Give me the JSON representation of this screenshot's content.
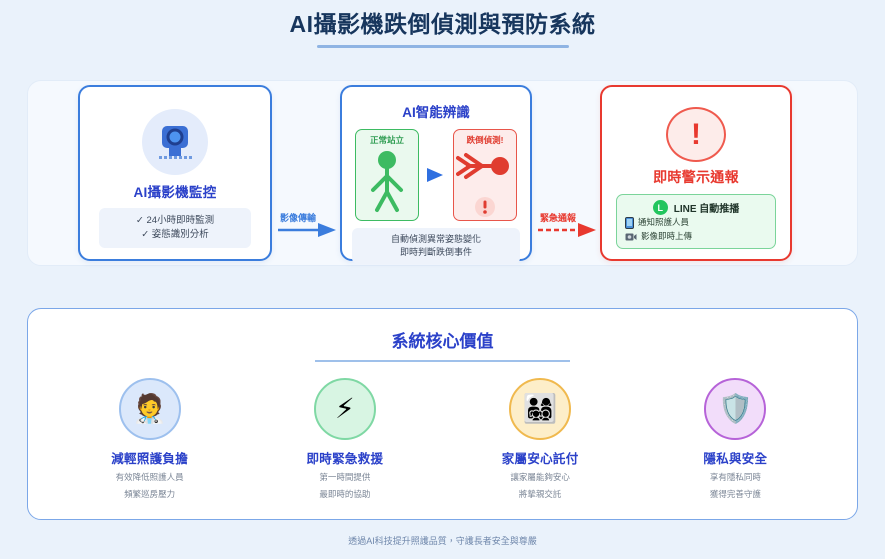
{
  "page": {
    "title": "AI攝影機跌倒偵測與預防系統",
    "footer_note": "透過AI科技提升照護品質，守護長者安全與尊嚴",
    "background_color": "#eaf2fb",
    "accent_blue": "#2b41c9",
    "accent_red": "#e8392f",
    "accent_green": "#3dbb62"
  },
  "flow": {
    "steps": [
      {
        "id": "camera-monitoring",
        "title": "AI攝影機監控",
        "icon": "video-camera-icon",
        "border_color": "#3b7ddd",
        "features": [
          "✓ 24小時即時監測",
          "✓ 姿態識別分析"
        ]
      },
      {
        "id": "ai-recognition",
        "title": "AI智能辨識",
        "border_color": "#3b7ddd",
        "poses": [
          {
            "label": "正常站立",
            "state": "normal",
            "color": "#2f9d52"
          },
          {
            "label": "跌倒偵測!",
            "state": "fall",
            "color": "#e03c30"
          }
        ],
        "description": [
          "自動偵測異常姿態變化",
          "即時判斷跌倒事件"
        ]
      },
      {
        "id": "instant-alert",
        "title": "即時警示通報",
        "icon": "exclamation-icon",
        "icon_glyph": "!",
        "border_color": "#e8392f",
        "notify": {
          "badge": "L",
          "heading": "LINE 自動推播",
          "items": [
            {
              "icon": "mobile-phone-icon",
              "glyph": "📱",
              "label": "通知照護人員"
            },
            {
              "icon": "video-camera-icon",
              "glyph": "📹",
              "label": "影像即時上傳"
            }
          ]
        }
      }
    ],
    "arrows": [
      {
        "id": "arrow-video-transfer",
        "label": "影像傳輸",
        "color": "#3b7ddd",
        "style": "solid"
      },
      {
        "id": "arrow-emergency-alert",
        "label": "緊急通報",
        "color": "#e8392f",
        "style": "dashed"
      }
    ]
  },
  "values": {
    "title": "系統核心價值",
    "items": [
      {
        "id": "reduce-care-burden",
        "icon": "health-worker-icon",
        "glyph": "🧑‍⚕️",
        "circle_color": "#dbe8fb",
        "ring_color": "#9dc0ee",
        "title": "減輕照護負擔",
        "desc_line1": "有效降低照護人員",
        "desc_line2": "頻繁巡房壓力"
      },
      {
        "id": "instant-emergency-rescue",
        "icon": "lightning-bolt-icon",
        "glyph": "⚡",
        "circle_color": "#d8f5e3",
        "ring_color": "#7fd8a4",
        "title": "即時緊急救援",
        "desc_line1": "第一時間提供",
        "desc_line2": "最即時的協助"
      },
      {
        "id": "family-peace-of-mind",
        "icon": "family-icon",
        "glyph": "👨‍👩‍👧‍👦",
        "circle_color": "#fdeec9",
        "ring_color": "#f0b94e",
        "title": "家屬安心託付",
        "desc_line1": "讓家屬能夠安心",
        "desc_line2": "將摯親交託"
      },
      {
        "id": "privacy-and-security",
        "icon": "shield-icon",
        "glyph": "🛡️",
        "circle_color": "#f2ddfa",
        "ring_color": "#b663d8",
        "title": "隱私與安全",
        "desc_line1": "享有隱私同時",
        "desc_line2": "獲得完善守護"
      }
    ]
  }
}
